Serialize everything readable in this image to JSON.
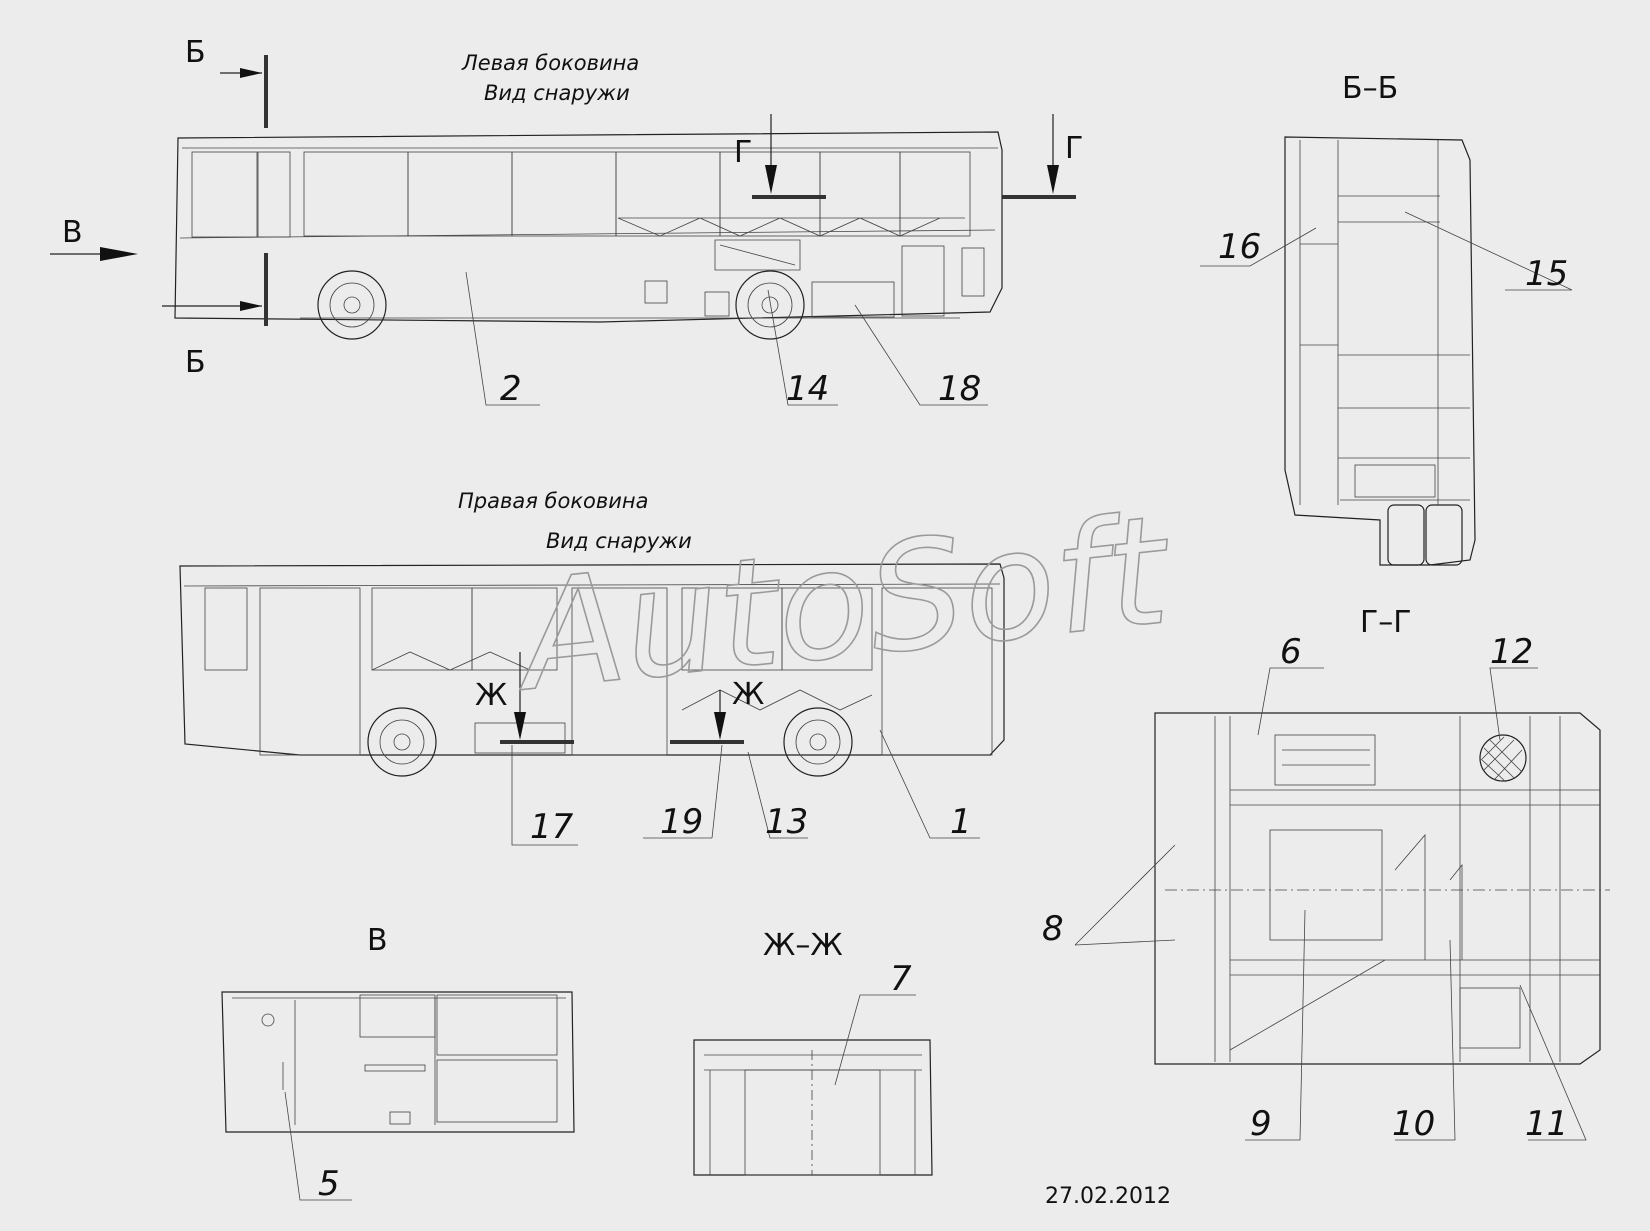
{
  "captions": {
    "left_side_1": "Левая боковина",
    "left_side_2": "Вид снаружи",
    "right_side_1": "Правая боковина",
    "right_side_2": "Вид снаружи"
  },
  "section_marks": {
    "b_top": "Б",
    "b_bottom": "Б",
    "v_arrow": "В",
    "g_left": "Г",
    "g_right": "Г",
    "zh_left": "Ж",
    "zh_right": "Ж"
  },
  "view_titles": {
    "bb": "Б–Б",
    "gg": "Г–Г",
    "v": "В",
    "zhzh": "Ж–Ж"
  },
  "callouts": {
    "c1": "1",
    "c2": "2",
    "c5": "5",
    "c6": "6",
    "c7": "7",
    "c8": "8",
    "c9": "9",
    "c10": "10",
    "c11": "11",
    "c12": "12",
    "c13": "13",
    "c14": "14",
    "c15": "15",
    "c16": "16",
    "c17": "17",
    "c18": "18",
    "c19": "19"
  },
  "date": "27.02.2012",
  "watermark": "AutoSoft",
  "colors": {
    "background": "#ececec",
    "line": "#222222",
    "watermark": "#9a9a9a"
  }
}
